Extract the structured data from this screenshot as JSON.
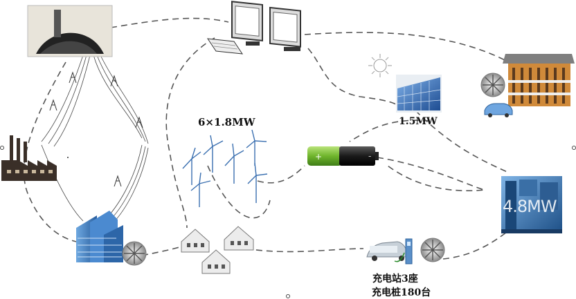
{
  "labels": {
    "wind_farm": "6×1.8MW",
    "solar": "1.5MW",
    "charging_stations": "充电站3座",
    "charging_piles": "充电桩180台",
    "diesel_generator": "4.8MW"
  },
  "colors": {
    "link_line": "#555555",
    "battery_green": "#7ec23a",
    "panel_blue": "#2f5fa8",
    "building_blue": "#3d7fc4",
    "generator_blue": "#2a5f9a"
  }
}
